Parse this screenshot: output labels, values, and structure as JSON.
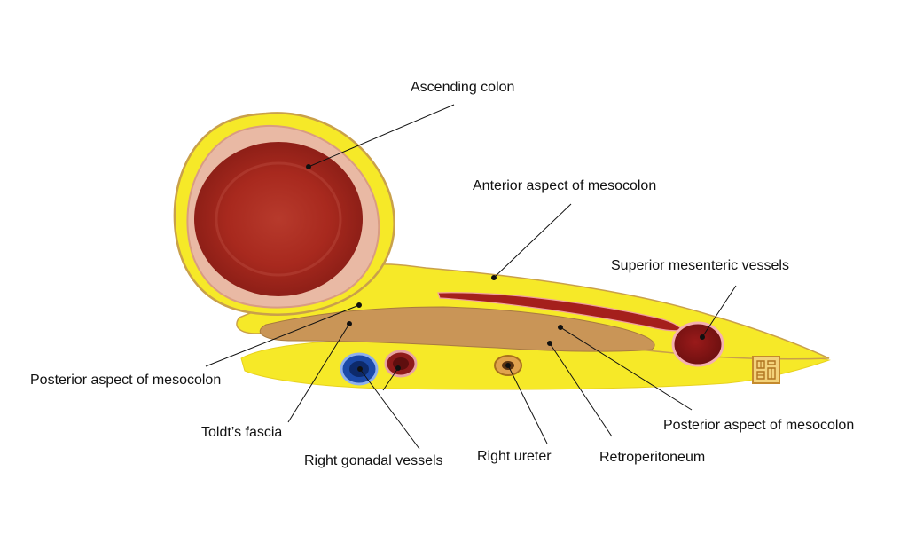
{
  "diagram": {
    "labels": {
      "ascending_colon": "Ascending colon",
      "anterior_mesocolon": "Anterior aspect of mesocolon",
      "superior_mesenteric_vessels": "Superior mesenteric vessels",
      "posterior_mesocolon_left": "Posterior aspect of mesocolon",
      "toldts_fascia": "Toldt’s fascia",
      "right_gonadal_vessels": "Right gonadal vessels",
      "right_ureter": "Right ureter",
      "retroperitoneum": "Retroperitoneum",
      "posterior_mesocolon_right": "Posterior aspect of mesocolon"
    },
    "colors": {
      "fat_yellow": "#f6e928",
      "fat_outline": "#c9a04a",
      "colon_wall": "#e9b9a4",
      "colon_lumen": "#a8291e",
      "fascia_tan": "#c99557",
      "artery_red": "#a51f1c",
      "vein_blue": "#1c4aa8",
      "ureter_brown": "#7a4a22",
      "seal_gold": "#c58a2d"
    }
  }
}
